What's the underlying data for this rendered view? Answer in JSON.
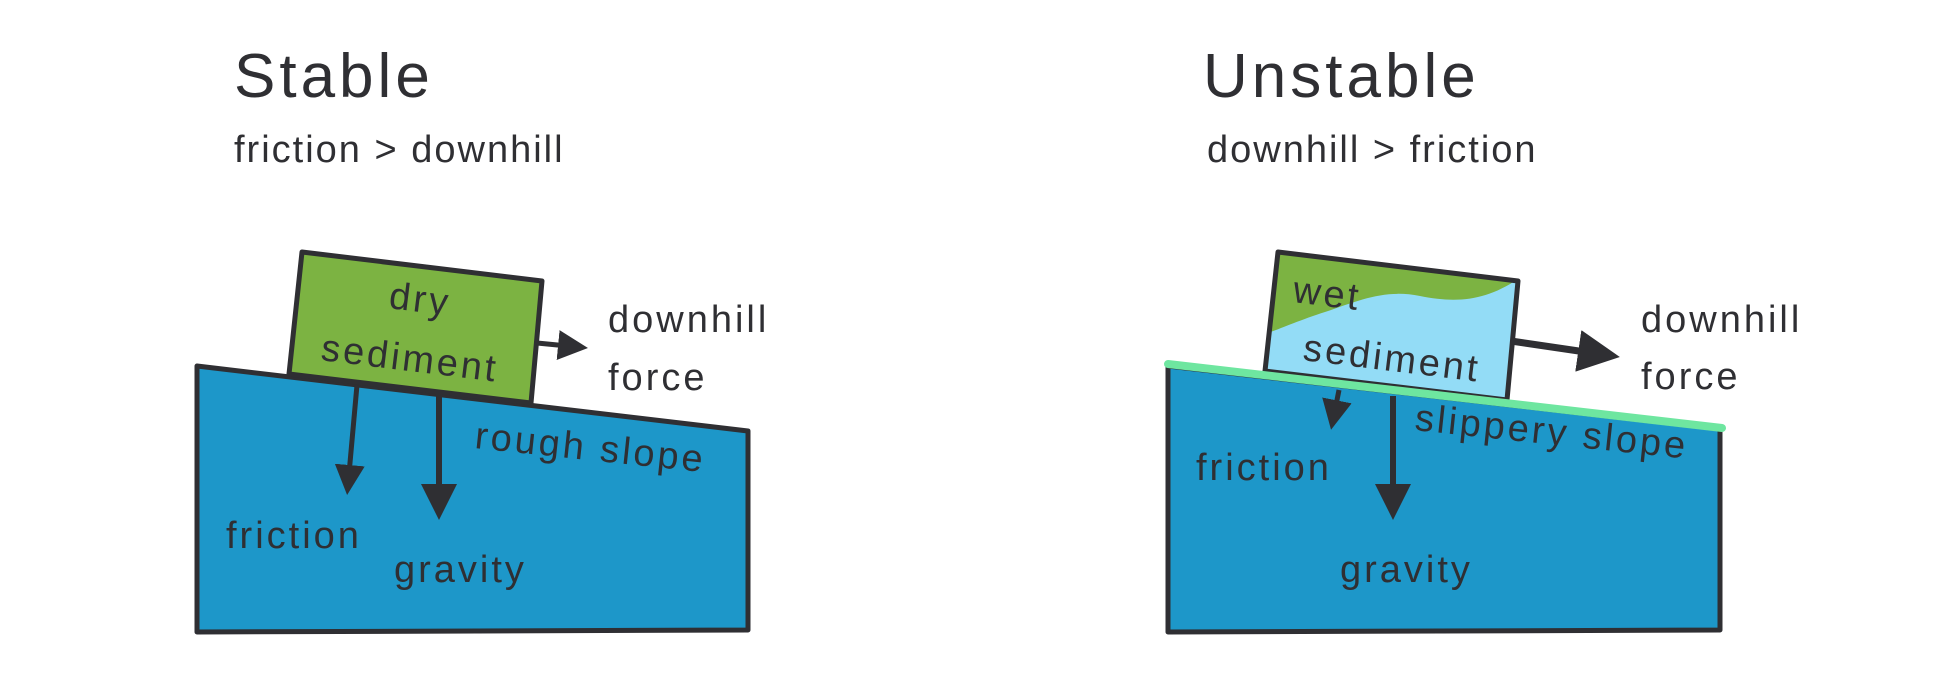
{
  "colors": {
    "slope": "#1d97c9",
    "dry_block": "#7cb342",
    "wet_block_water": "#93dcf6",
    "wet_block_sediment": "#7cb342",
    "slippery_film": "#6ee6a0",
    "outline": "#2f2f33",
    "text": "#2f2f33"
  },
  "stable": {
    "title": "Stable",
    "subtitle": "friction > downhill",
    "block_label_1": "dry",
    "block_label_2": "sediment",
    "downhill_label_1": "downhill",
    "downhill_label_2": "force",
    "slope_label": "rough slope",
    "friction_label": "friction",
    "gravity_label": "gravity"
  },
  "unstable": {
    "title": "Unstable",
    "subtitle": "downhill > friction",
    "block_label_1": "wet",
    "block_label_2": "sediment",
    "downhill_label_1": "downhill",
    "downhill_label_2": "force",
    "slope_label": "slippery slope",
    "friction_label": "friction",
    "gravity_label": "gravity"
  }
}
